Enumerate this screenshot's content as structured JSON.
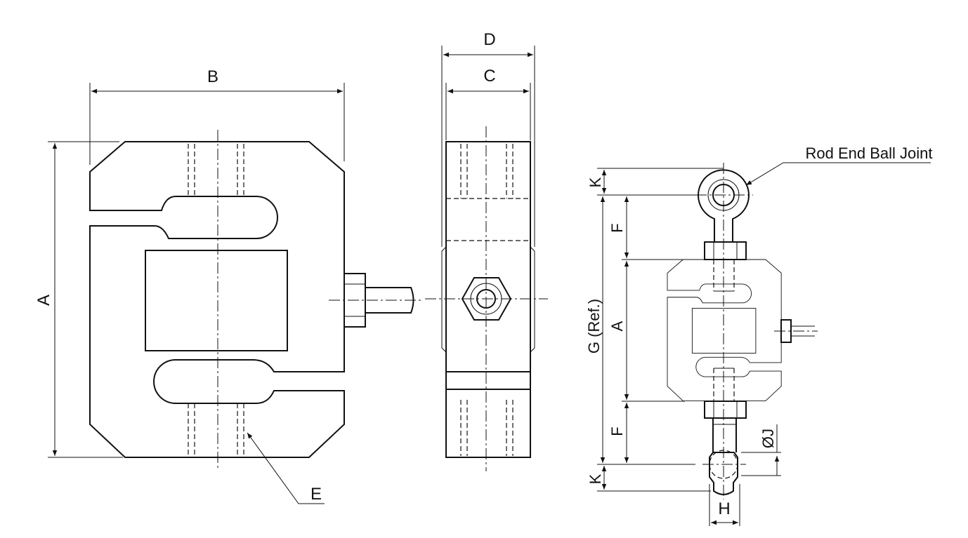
{
  "title": "S-type load cell dimension drawing",
  "labels": {
    "A": "A",
    "B": "B",
    "C": "C",
    "D": "D",
    "E": "E",
    "F": "F",
    "G": "G (Ref.)",
    "H": "H",
    "K": "K",
    "J": "ØJ",
    "rod_end": "Rod End Ball Joint"
  }
}
